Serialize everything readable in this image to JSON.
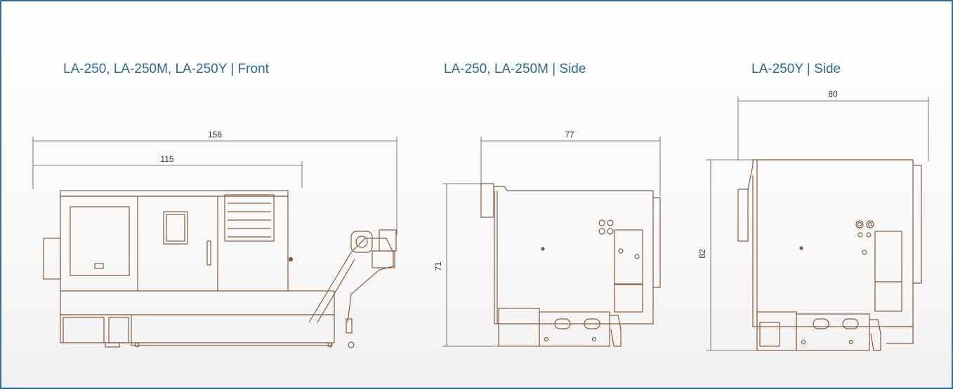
{
  "views": {
    "front": {
      "title": "LA-250, LA-250M, LA-250Y | Front",
      "dim_overall_width": "156",
      "dim_width": "115"
    },
    "side_a": {
      "title": "LA-250, LA-250M | Side",
      "dim_depth": "77",
      "dim_height": "71"
    },
    "side_b": {
      "title": "LA-250Y | Side",
      "dim_depth": "80",
      "dim_height": "82"
    }
  },
  "colors": {
    "frame": "#2f6f9a",
    "title": "#2a6b9a",
    "line": "#8a5a36",
    "dimension": "#555555"
  }
}
